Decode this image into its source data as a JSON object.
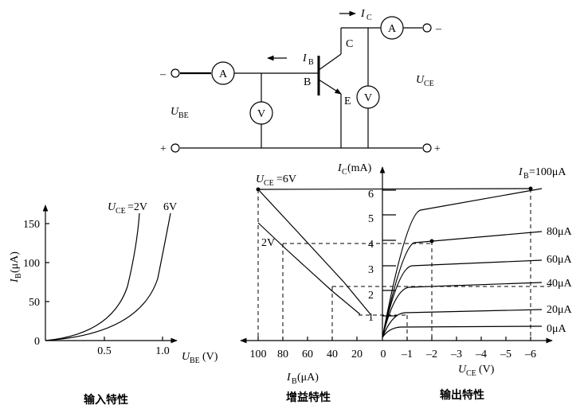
{
  "circuit": {
    "meter_a": "A",
    "meter_v": "V",
    "ib_sym": "I",
    "ib_sub": "B",
    "ic_sym": "I",
    "ic_sub": "C",
    "ube_sym": "U",
    "ube_sub": "BE",
    "uce_sym": "U",
    "uce_sub": "CE",
    "b": "B",
    "c": "C",
    "e": "E",
    "minus": "–",
    "plus": "+"
  },
  "input_chart": {
    "y_sym": "I",
    "y_sub": "B",
    "y_unit": "(μA)",
    "y_ticks": [
      "150",
      "100",
      "50",
      "0"
    ],
    "x_ticks": [
      "0.5",
      "1.0"
    ],
    "x_sym": "U",
    "x_sub": "BE",
    "x_unit": "(V)",
    "uce_sym": "U",
    "uce_sub": "CE",
    "curve1": "=2V",
    "curve2": "6V",
    "caption": "输入特性"
  },
  "gain_chart": {
    "top_sym": "U",
    "top_sub": "CE",
    "top_val": "=6V",
    "curve2_label": "2V",
    "x_ticks": [
      "100",
      "80",
      "60",
      "40",
      "20"
    ],
    "x_sym": "I",
    "x_sub": "B",
    "x_unit": "(μA)",
    "caption": "增益特性"
  },
  "output_chart": {
    "y_sym": "I",
    "y_sub": "C",
    "y_unit": "(mA)",
    "y_ticks": [
      "6",
      "5",
      "4",
      "3",
      "2",
      "1"
    ],
    "x_ticks": [
      "0",
      "–1",
      "–2",
      "–3",
      "–4",
      "–5",
      "–6"
    ],
    "x_sym": "U",
    "x_sub": "CE",
    "x_unit": "(V)",
    "ib_top_sym": "I",
    "ib_top_sub": "B",
    "ib_top_val": "=100μA",
    "curve_labels": [
      "80μA",
      "60μA",
      "40μA",
      "20μA",
      "0μA"
    ],
    "caption": "输出特性"
  }
}
